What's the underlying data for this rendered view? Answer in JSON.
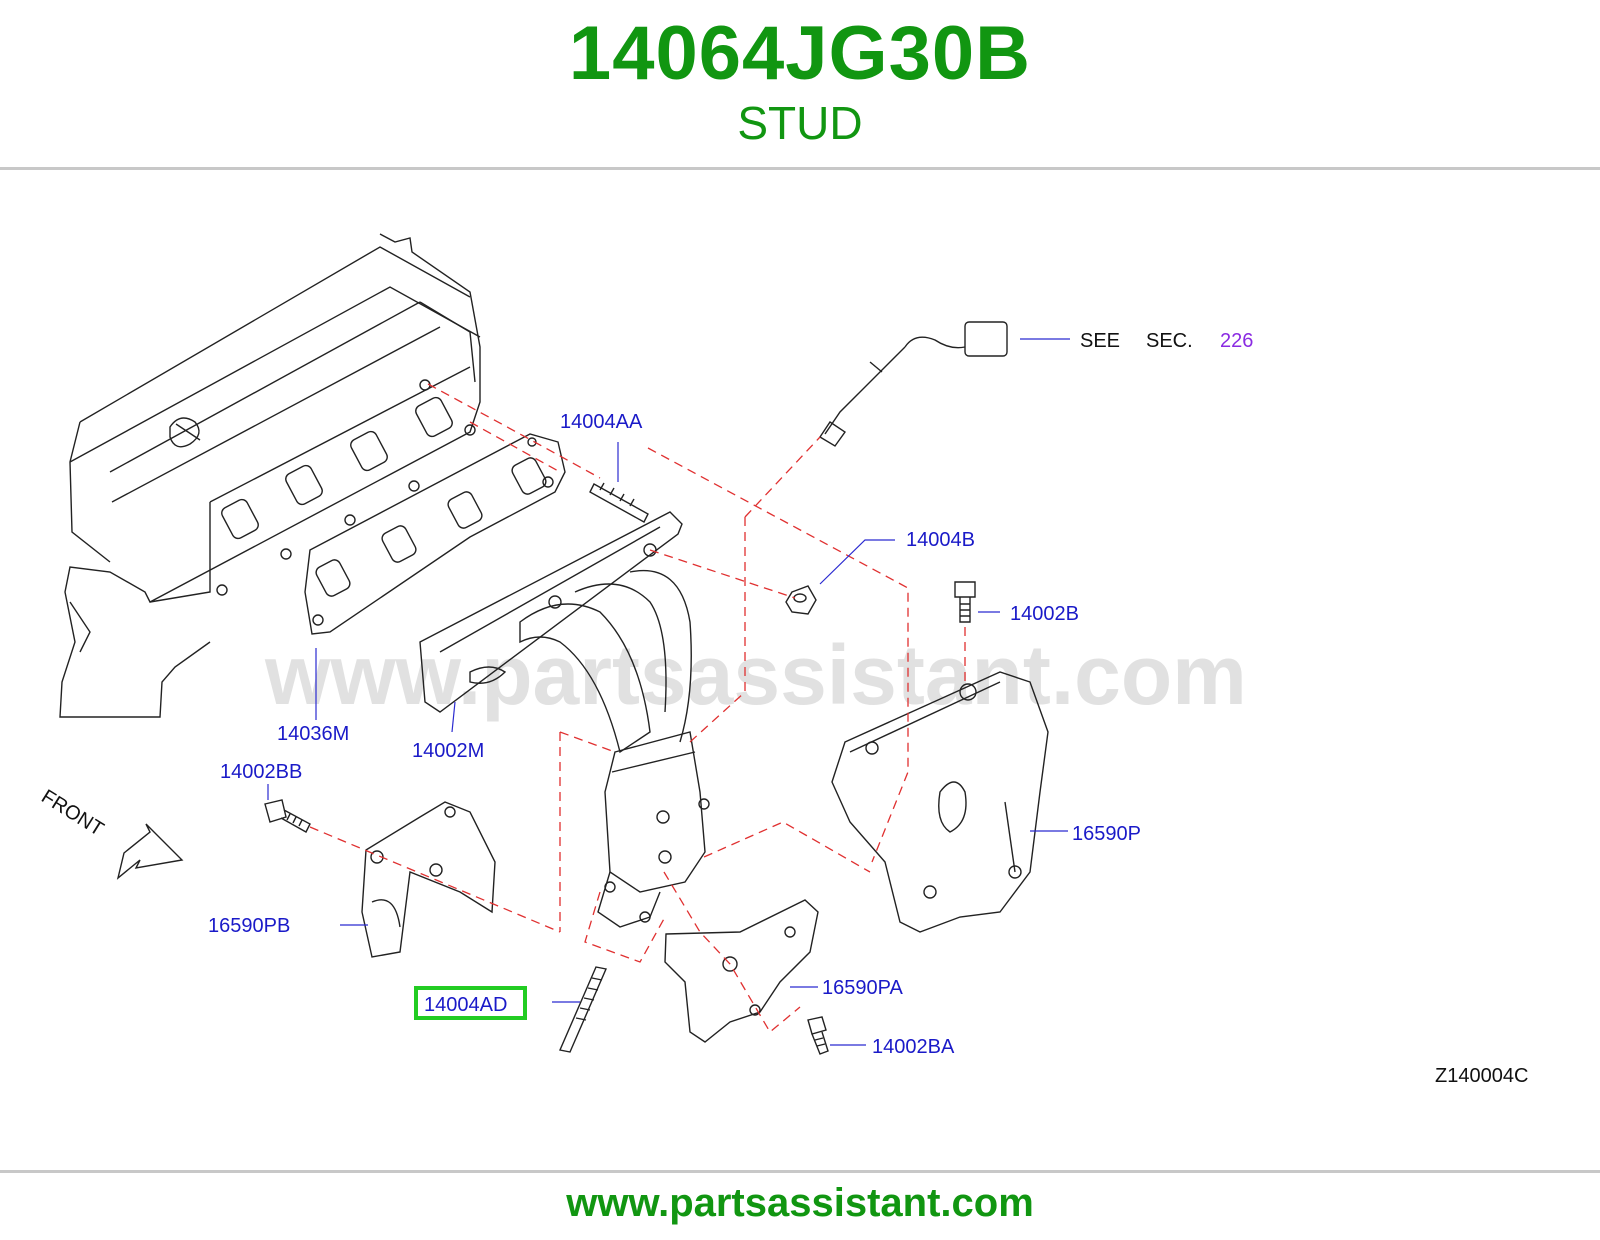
{
  "header": {
    "part_number": "14064JG30B",
    "part_name": "STUD"
  },
  "diagram": {
    "labels": {
      "sensor_see": "SEE",
      "sensor_sec": "SEC.",
      "sensor_sec_num": "226",
      "l_14004AA": "14004AA",
      "l_14004B": "14004B",
      "l_14002B": "14002B",
      "l_14036M": "14036M",
      "l_14002M": "14002M",
      "l_14002BB": "14002BB",
      "l_front": "FRONT",
      "l_16590P": "16590P",
      "l_16590PB": "16590PB",
      "l_14004AD": "14004AD",
      "l_16590PA": "16590PA",
      "l_14002BA": "14002BA",
      "diagram_code": "Z140004C"
    },
    "watermark": "www.partsassistant.com",
    "highlight_color": "#22cc22"
  },
  "footer": {
    "url": "www.partsassistant.com"
  },
  "colors": {
    "brand_green": "#119611",
    "label_blue": "#1a1ac8",
    "link_purple": "#8a2be2",
    "dashed_red": "#e03030"
  }
}
